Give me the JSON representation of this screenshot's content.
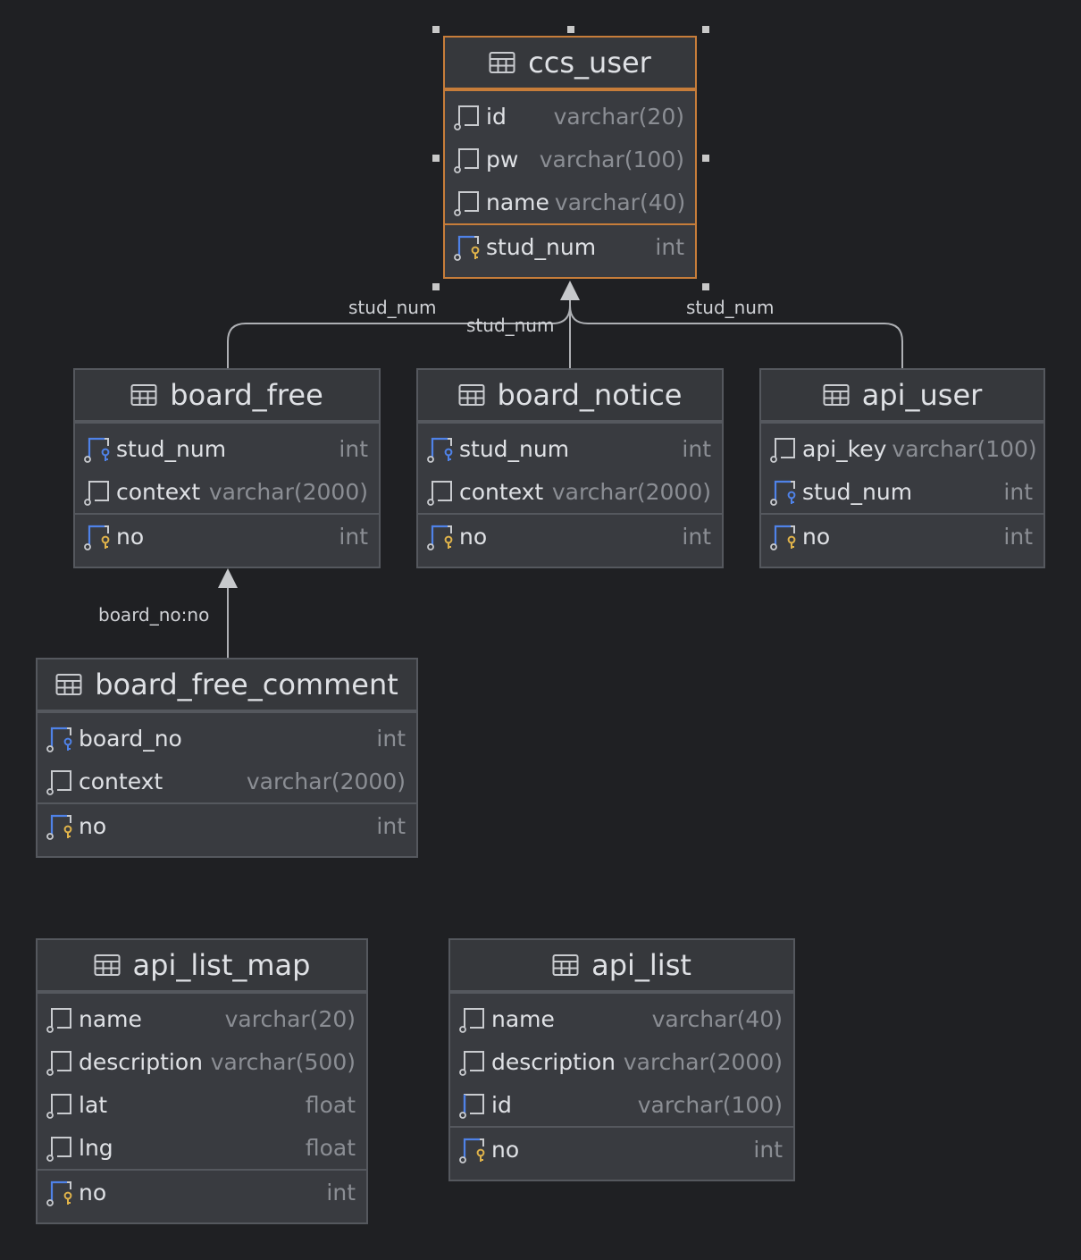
{
  "tables": {
    "ccs_user": {
      "name": "ccs_user",
      "columns": [
        {
          "name": "id",
          "type": "varchar(20)",
          "key": "none"
        },
        {
          "name": "pw",
          "type": "varchar(100)",
          "key": "none"
        },
        {
          "name": "name",
          "type": "varchar(40)",
          "key": "none"
        }
      ],
      "keys": [
        {
          "name": "stud_num",
          "type": "int",
          "key": "pk-fk"
        }
      ]
    },
    "board_free": {
      "name": "board_free",
      "columns": [
        {
          "name": "stud_num",
          "type": "int",
          "key": "fk"
        },
        {
          "name": "context",
          "type": "varchar(2000)",
          "key": "none"
        }
      ],
      "keys": [
        {
          "name": "no",
          "type": "int",
          "key": "pk"
        }
      ]
    },
    "board_notice": {
      "name": "board_notice",
      "columns": [
        {
          "name": "stud_num",
          "type": "int",
          "key": "fk"
        },
        {
          "name": "context",
          "type": "varchar(2000)",
          "key": "none"
        }
      ],
      "keys": [
        {
          "name": "no",
          "type": "int",
          "key": "pk"
        }
      ]
    },
    "api_user": {
      "name": "api_user",
      "columns": [
        {
          "name": "api_key",
          "type": "varchar(100)",
          "key": "none"
        },
        {
          "name": "stud_num",
          "type": "int",
          "key": "fk"
        }
      ],
      "keys": [
        {
          "name": "no",
          "type": "int",
          "key": "pk"
        }
      ]
    },
    "board_free_comment": {
      "name": "board_free_comment",
      "columns": [
        {
          "name": "board_no",
          "type": "int",
          "key": "fk"
        },
        {
          "name": "context",
          "type": "varchar(2000)",
          "key": "none"
        }
      ],
      "keys": [
        {
          "name": "no",
          "type": "int",
          "key": "pk"
        }
      ]
    },
    "api_list_map": {
      "name": "api_list_map",
      "columns": [
        {
          "name": "name",
          "type": "varchar(20)",
          "key": "none"
        },
        {
          "name": "description",
          "type": "varchar(500)",
          "key": "none"
        },
        {
          "name": "lat",
          "type": "float",
          "key": "none"
        },
        {
          "name": "lng",
          "type": "float",
          "key": "none"
        }
      ],
      "keys": [
        {
          "name": "no",
          "type": "int",
          "key": "pk"
        }
      ]
    },
    "api_list": {
      "name": "api_list",
      "columns": [
        {
          "name": "name",
          "type": "varchar(40)",
          "key": "none"
        },
        {
          "name": "description",
          "type": "varchar(2000)",
          "key": "none"
        },
        {
          "name": "id",
          "type": "varchar(100)",
          "key": "idx"
        }
      ],
      "keys": [
        {
          "name": "no",
          "type": "int",
          "key": "pk"
        }
      ]
    }
  },
  "relations": {
    "board_free_ccs_user": "stud_num",
    "board_notice_ccs_user": "stud_num",
    "api_user_ccs_user": "stud_num",
    "board_free_comment_board_free": "board_no:no"
  },
  "colors": {
    "background": "#1f2023",
    "table": "#393b40",
    "border": "#55585e",
    "selected_border": "#c77d3a",
    "key_gold": "#e0b34a",
    "key_blue": "#4f82e8",
    "column_type": "#8b8e94"
  },
  "icons": {
    "table": "table-icon",
    "column": "column-icon",
    "primary_key": "primary-key-icon",
    "foreign_key": "foreign-key-icon",
    "indexed_column": "index-column-icon"
  }
}
